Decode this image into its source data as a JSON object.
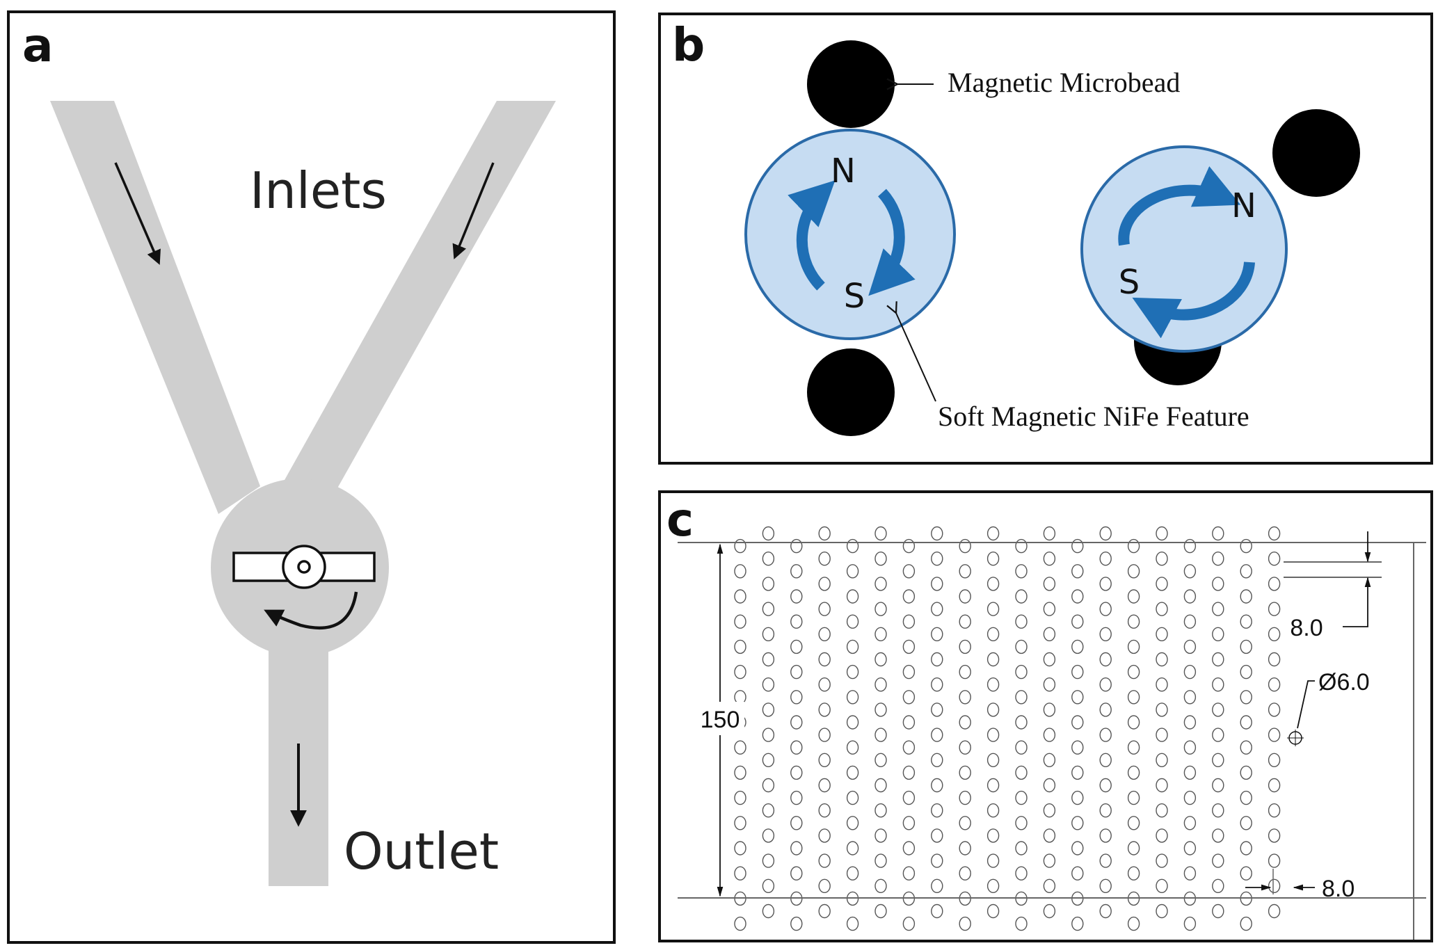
{
  "panels": {
    "a": {
      "label": "a",
      "inlets_label": "Inlets",
      "outlet_label": "Outlet"
    },
    "b": {
      "label": "b",
      "bead_label": "Magnetic Microbead",
      "feature_label": "Soft Magnetic NiFe Feature",
      "left_feature": {
        "north": "N",
        "south": "S"
      },
      "right_feature": {
        "north": "N",
        "south": "S"
      }
    },
    "c": {
      "label": "c",
      "height_dim": "150",
      "row_pitch_dim": "8.0",
      "diameter_dim": "Ø6.0",
      "col_pitch_dim": "8.0"
    }
  },
  "colors": {
    "channel": "#cfcfcf",
    "feature_fill": "#c6dcf2",
    "feature_stroke": "#2a6aa8",
    "arrow_blue": "#1f6fb5",
    "bead": "#000000"
  }
}
